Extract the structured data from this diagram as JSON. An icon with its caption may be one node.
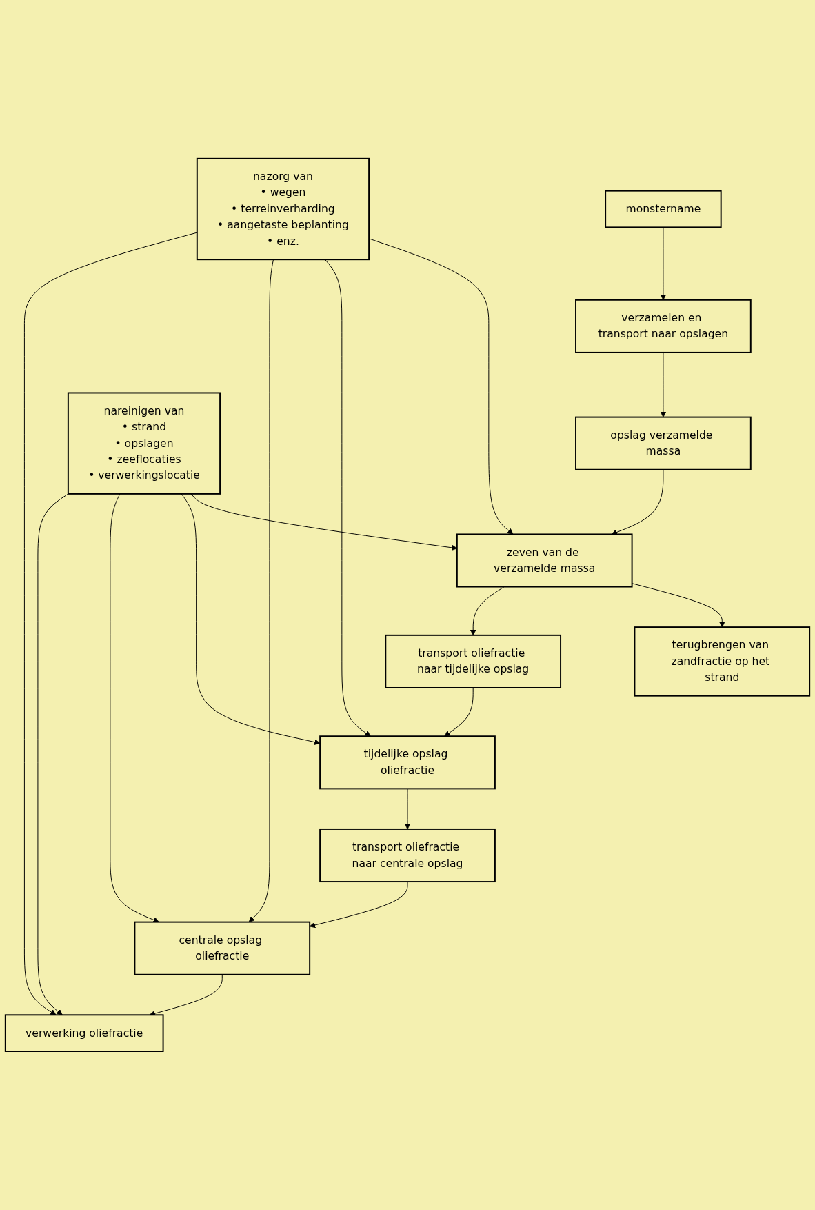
{
  "diagram": {
    "nodes": [
      {
        "text": [
          "verzamelen en transport naar opslagen"
        ]
      },
      {
        "text": [
          "monstername"
        ]
      },
      {
        "text": [
          "opslag verzamelde massa"
        ]
      },
      {
        "text": [
          "zeven van de verzamelde massa"
        ]
      },
      {
        "text": [
          "terugbrengen van zandfractie op het strand"
        ]
      },
      {
        "text": [
          "transport oliefractie naar tijdelijke opslag"
        ]
      },
      {
        "text": [
          "tijdelijke opslag oliefractie"
        ]
      },
      {
        "text": [
          "nareinigen van",
          "• strand",
          "• opslagen",
          "• zeeflocaties",
          "• verwerkingslocatie"
        ]
      },
      {
        "text": [
          "transport oliefractie naar centrale opslag"
        ]
      },
      {
        "text": [
          "centrale opslag oliefractie"
        ]
      },
      {
        "text": [
          "nazorg van",
          "• wegen",
          "• terreinverharding",
          "• aangetaste beplanting",
          "• enz."
        ]
      },
      {
        "text": [
          "verwerking oliefractie"
        ]
      }
    ],
    "edges": [
      {
        "from": 1,
        "to": 0,
        "arrow": "to"
      },
      {
        "from": 0,
        "to": 2,
        "arrow": "to"
      },
      {
        "from": 2,
        "to": 3,
        "arrow": "to"
      },
      {
        "from": 3,
        "to": 4,
        "arrow": "to"
      },
      {
        "from": 3,
        "to": 5,
        "arrow": "to"
      },
      {
        "from": 5,
        "to": 6,
        "arrow": "to"
      },
      {
        "from": 6,
        "to": 8,
        "arrow": "to"
      },
      {
        "from": 8,
        "to": 9,
        "arrow": "to"
      },
      {
        "from": 9,
        "to": 11,
        "arrow": "to"
      },
      {
        "from": 7,
        "to": 3,
        "arrow": "to"
      },
      {
        "from": 7,
        "to": 6,
        "arrow": "to"
      },
      {
        "from": 7,
        "to": 9,
        "arrow": "to"
      },
      {
        "from": 7,
        "to": 11,
        "arrow": "to"
      },
      {
        "from": 10,
        "to": 3,
        "arrow": "to"
      },
      {
        "from": 10,
        "to": 6,
        "arrow": "to"
      },
      {
        "from": 10,
        "to": 9,
        "arrow": "to"
      },
      {
        "from": 10,
        "to": 11,
        "arrow": "to"
      }
    ]
  }
}
